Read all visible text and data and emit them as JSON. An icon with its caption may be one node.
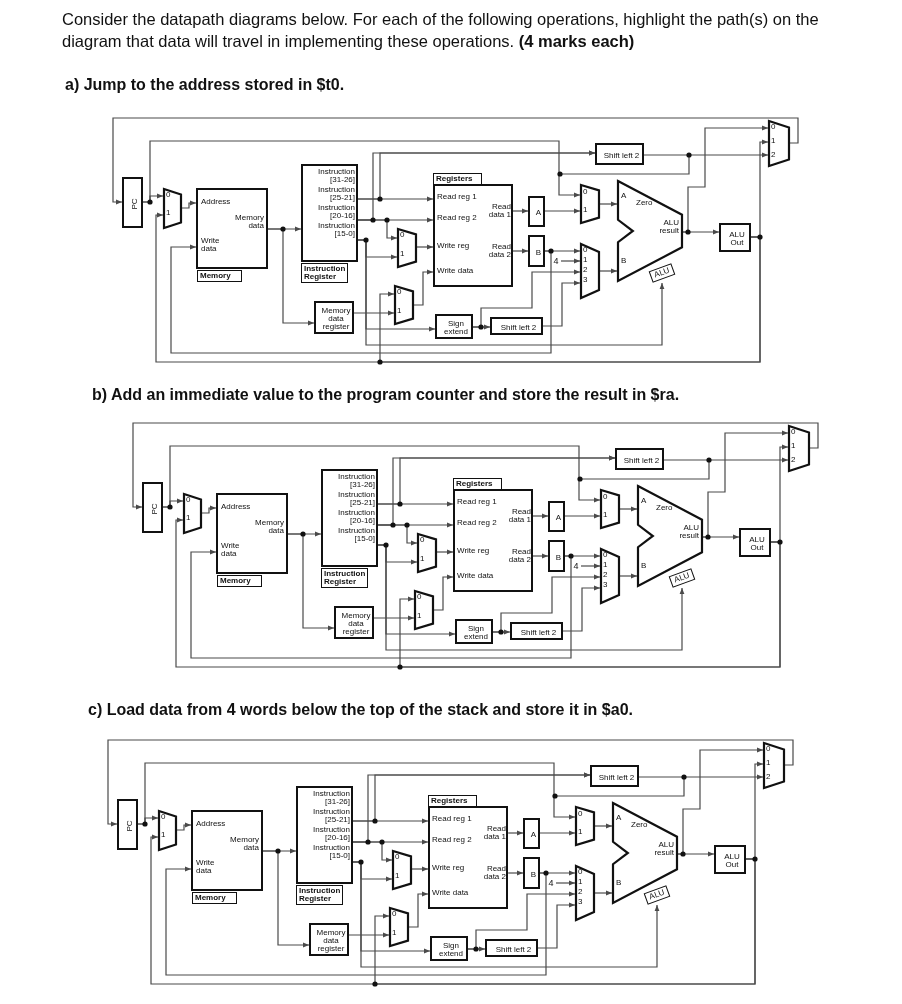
{
  "diagram": {
    "title": "Consider the datapath diagrams below. For each of the following operations, highlight the path(s) on the diagram that data will travel in implementing these operations. **(4 marks each)**",
    "labels": [
      "a) Jump to the address stored in $t0.",
      "b) Add an immediate value to the program counter and store the result in $ra.",
      "c) Load data from 4 words below the top of the stack and store it in $a0."
    ],
    "nodes": [
      {
        "text": [
          "PC"
        ]
      },
      {
        "text": [
          "0",
          "1"
        ]
      },
      {
        "text": [
          "Address",
          "Memory data",
          "Write data",
          "Memory"
        ]
      },
      {
        "text": [
          "Instruction [31-26]",
          "Instruction [25-21]",
          "Instruction [20-16]",
          "Instruction [15-0]",
          "Instruction Register"
        ]
      },
      {
        "text": [
          "Memory data register"
        ]
      },
      {
        "text": [
          "0",
          "1"
        ]
      },
      {
        "text": [
          "0",
          "1"
        ]
      },
      {
        "text": [
          "Registers",
          "Read reg 1",
          "Read reg 2",
          "Write reg",
          "Write data",
          "Read data 1",
          "Read data 2"
        ]
      },
      {
        "text": [
          "A"
        ]
      },
      {
        "text": [
          "B"
        ]
      },
      {
        "text": [
          "Sign extend"
        ]
      },
      {
        "text": [
          "Shift left 2"
        ]
      },
      {
        "text": [
          "0",
          "1"
        ]
      },
      {
        "text": [
          "0",
          "1",
          "2",
          "3"
        ]
      },
      {
        "text": [
          "A",
          "B",
          "Zero",
          "ALU result",
          "ALU"
        ]
      },
      {
        "text": [
          "ALU Out"
        ]
      },
      {
        "text": [
          "Shift left 2"
        ]
      },
      {
        "text": [
          "0",
          "1",
          "2"
        ]
      },
      {
        "text": [
          "4"
        ]
      },
      {
        "text": [
          "PC"
        ]
      },
      {
        "text": [
          "0",
          "1"
        ]
      },
      {
        "text": [
          "Address",
          "Memory data",
          "Write data",
          "Memory"
        ]
      },
      {
        "text": [
          "Instruction [31-26]",
          "Instruction [25-21]",
          "Instruction [20-16]",
          "Instruction [15-0]",
          "Instruction Register"
        ]
      },
      {
        "text": [
          "Memory data register"
        ]
      },
      {
        "text": [
          "0",
          "1"
        ]
      },
      {
        "text": [
          "0",
          "1"
        ]
      },
      {
        "text": [
          "Registers",
          "Read reg 1",
          "Read reg 2",
          "Write reg",
          "Write data",
          "Read data 1",
          "Read data 2"
        ]
      },
      {
        "text": [
          "A"
        ]
      },
      {
        "text": [
          "B"
        ]
      },
      {
        "text": [
          "Sign extend"
        ]
      },
      {
        "text": [
          "Shift left 2"
        ]
      },
      {
        "text": [
          "0",
          "1"
        ]
      },
      {
        "text": [
          "0",
          "1",
          "2",
          "3"
        ]
      },
      {
        "text": [
          "A",
          "B",
          "Zero",
          "ALU result",
          "ALU"
        ]
      },
      {
        "text": [
          "ALU Out"
        ]
      },
      {
        "text": [
          "Shift left 2"
        ]
      },
      {
        "text": [
          "0",
          "1",
          "2"
        ]
      },
      {
        "text": [
          "4"
        ]
      },
      {
        "text": [
          "PC"
        ]
      },
      {
        "text": [
          "0",
          "1"
        ]
      },
      {
        "text": [
          "Address",
          "Memory data",
          "Write data",
          "Memory"
        ]
      },
      {
        "text": [
          "Instruction [31-26]",
          "Instruction [25-21]",
          "Instruction [20-16]",
          "Instruction [15-0]",
          "Instruction Register"
        ]
      },
      {
        "text": [
          "Memory data register"
        ]
      },
      {
        "text": [
          "0",
          "1"
        ]
      },
      {
        "text": [
          "0",
          "1"
        ]
      },
      {
        "text": [
          "Registers",
          "Read reg 1",
          "Read reg 2",
          "Write reg",
          "Write data",
          "Read data 1",
          "Read data 2"
        ]
      },
      {
        "text": [
          "A"
        ]
      },
      {
        "text": [
          "B"
        ]
      },
      {
        "text": [
          "Sign extend"
        ]
      },
      {
        "text": [
          "Shift left 2"
        ]
      },
      {
        "text": [
          "0",
          "1"
        ]
      },
      {
        "text": [
          "0",
          "1",
          "2",
          "3"
        ]
      },
      {
        "text": [
          "A",
          "B",
          "Zero",
          "ALU result",
          "ALU"
        ]
      },
      {
        "text": [
          "ALU Out"
        ]
      },
      {
        "text": [
          "Shift left 2"
        ]
      },
      {
        "text": [
          "0",
          "1",
          "2"
        ]
      },
      {
        "text": [
          "4"
        ]
      }
    ],
    "edges": [
      {
        "from": 0,
        "to": 1,
        "arrow": "to"
      },
      {
        "from": 0,
        "to": 12,
        "arrow": "to"
      },
      {
        "from": 1,
        "to": 2,
        "arrow": "to"
      },
      {
        "from": 2,
        "to": 3,
        "arrow": "to"
      },
      {
        "from": 2,
        "to": 4,
        "arrow": "to"
      },
      {
        "from": 3,
        "to": 7,
        "arrow": "to"
      },
      {
        "from": 3,
        "to": 7,
        "arrow": "to"
      },
      {
        "from": 3,
        "to": 5,
        "arrow": "to"
      },
      {
        "from": 3,
        "to": 5,
        "arrow": "to"
      },
      {
        "from": 3,
        "to": 10,
        "arrow": "to"
      },
      {
        "from": 3,
        "to": 16,
        "arrow": "to"
      },
      {
        "from": 3,
        "to": 16,
        "arrow": "to"
      },
      {
        "from": 3,
        "to": 14,
        "arrow": "to"
      },
      {
        "from": 4,
        "to": 6,
        "arrow": "to"
      },
      {
        "from": 15,
        "to": 6,
        "arrow": "to"
      },
      {
        "from": 15,
        "to": 1,
        "arrow": "to"
      },
      {
        "from": 15,
        "to": 17,
        "arrow": "to"
      },
      {
        "from": 5,
        "to": 7,
        "arrow": "to"
      },
      {
        "from": 6,
        "to": 7,
        "arrow": "to"
      },
      {
        "from": 7,
        "to": 8,
        "arrow": "to"
      },
      {
        "from": 7,
        "to": 9,
        "arrow": "to"
      },
      {
        "from": 8,
        "to": 12,
        "arrow": "to"
      },
      {
        "from": 9,
        "to": 13,
        "arrow": "to"
      },
      {
        "from": 9,
        "to": 2,
        "arrow": "to"
      },
      {
        "from": 18,
        "to": 13,
        "arrow": "to"
      },
      {
        "from": 10,
        "to": 13,
        "arrow": "to"
      },
      {
        "from": 10,
        "to": 11,
        "arrow": "to"
      },
      {
        "from": 11,
        "to": 13,
        "arrow": "to"
      },
      {
        "from": 12,
        "to": 14,
        "arrow": "to"
      },
      {
        "from": 13,
        "to": 14,
        "arrow": "to"
      },
      {
        "from": 14,
        "to": 15,
        "arrow": "to"
      },
      {
        "from": 14,
        "to": 17,
        "arrow": "to"
      },
      {
        "from": 16,
        "to": 17,
        "arrow": "to"
      },
      {
        "from": 17,
        "to": 0,
        "arrow": "to"
      },
      {
        "from": 19,
        "to": 20,
        "arrow": "to"
      },
      {
        "from": 19,
        "to": 31,
        "arrow": "to"
      },
      {
        "from": 20,
        "to": 21,
        "arrow": "to"
      },
      {
        "from": 21,
        "to": 22,
        "arrow": "to"
      },
      {
        "from": 21,
        "to": 23,
        "arrow": "to"
      },
      {
        "from": 22,
        "to": 26,
        "arrow": "to"
      },
      {
        "from": 22,
        "to": 26,
        "arrow": "to"
      },
      {
        "from": 22,
        "to": 24,
        "arrow": "to"
      },
      {
        "from": 22,
        "to": 24,
        "arrow": "to"
      },
      {
        "from": 22,
        "to": 29,
        "arrow": "to"
      },
      {
        "from": 22,
        "to": 35,
        "arrow": "to"
      },
      {
        "from": 22,
        "to": 35,
        "arrow": "to"
      },
      {
        "from": 22,
        "to": 33,
        "arrow": "to"
      },
      {
        "from": 23,
        "to": 25,
        "arrow": "to"
      },
      {
        "from": 34,
        "to": 25,
        "arrow": "to"
      },
      {
        "from": 34,
        "to": 20,
        "arrow": "to"
      },
      {
        "from": 34,
        "to": 36,
        "arrow": "to"
      },
      {
        "from": 24,
        "to": 26,
        "arrow": "to"
      },
      {
        "from": 25,
        "to": 26,
        "arrow": "to"
      },
      {
        "from": 26,
        "to": 27,
        "arrow": "to"
      },
      {
        "from": 26,
        "to": 28,
        "arrow": "to"
      },
      {
        "from": 27,
        "to": 31,
        "arrow": "to"
      },
      {
        "from": 28,
        "to": 32,
        "arrow": "to"
      },
      {
        "from": 28,
        "to": 21,
        "arrow": "to"
      },
      {
        "from": 37,
        "to": 32,
        "arrow": "to"
      },
      {
        "from": 29,
        "to": 32,
        "arrow": "to"
      },
      {
        "from": 29,
        "to": 30,
        "arrow": "to"
      },
      {
        "from": 30,
        "to": 32,
        "arrow": "to"
      },
      {
        "from": 31,
        "to": 33,
        "arrow": "to"
      },
      {
        "from": 32,
        "to": 33,
        "arrow": "to"
      },
      {
        "from": 33,
        "to": 34,
        "arrow": "to"
      },
      {
        "from": 33,
        "to": 36,
        "arrow": "to"
      },
      {
        "from": 35,
        "to": 36,
        "arrow": "to"
      },
      {
        "from": 36,
        "to": 19,
        "arrow": "to"
      },
      {
        "from": 38,
        "to": 39,
        "arrow": "to"
      },
      {
        "from": 38,
        "to": 50,
        "arrow": "to"
      },
      {
        "from": 39,
        "to": 40,
        "arrow": "to"
      },
      {
        "from": 40,
        "to": 41,
        "arrow": "to"
      },
      {
        "from": 40,
        "to": 42,
        "arrow": "to"
      },
      {
        "from": 41,
        "to": 45,
        "arrow": "to"
      },
      {
        "from": 41,
        "to": 45,
        "arrow": "to"
      },
      {
        "from": 41,
        "to": 43,
        "arrow": "to"
      },
      {
        "from": 41,
        "to": 43,
        "arrow": "to"
      },
      {
        "from": 41,
        "to": 48,
        "arrow": "to"
      },
      {
        "from": 41,
        "to": 54,
        "arrow": "to"
      },
      {
        "from": 41,
        "to": 54,
        "arrow": "to"
      },
      {
        "from": 41,
        "to": 52,
        "arrow": "to"
      },
      {
        "from": 42,
        "to": 44,
        "arrow": "to"
      },
      {
        "from": 53,
        "to": 44,
        "arrow": "to"
      },
      {
        "from": 53,
        "to": 39,
        "arrow": "to"
      },
      {
        "from": 53,
        "to": 55,
        "arrow": "to"
      },
      {
        "from": 43,
        "to": 45,
        "arrow": "to"
      },
      {
        "from": 44,
        "to": 45,
        "arrow": "to"
      },
      {
        "from": 45,
        "to": 46,
        "arrow": "to"
      },
      {
        "from": 45,
        "to": 47,
        "arrow": "to"
      },
      {
        "from": 46,
        "to": 50,
        "arrow": "to"
      },
      {
        "from": 47,
        "to": 51,
        "arrow": "to"
      },
      {
        "from": 47,
        "to": 40,
        "arrow": "to"
      },
      {
        "from": 56,
        "to": 51,
        "arrow": "to"
      },
      {
        "from": 48,
        "to": 51,
        "arrow": "to"
      },
      {
        "from": 48,
        "to": 49,
        "arrow": "to"
      },
      {
        "from": 49,
        "to": 51,
        "arrow": "to"
      },
      {
        "from": 50,
        "to": 52,
        "arrow": "to"
      },
      {
        "from": 51,
        "to": 52,
        "arrow": "to"
      },
      {
        "from": 52,
        "to": 53,
        "arrow": "to"
      },
      {
        "from": 52,
        "to": 55,
        "arrow": "to"
      },
      {
        "from": 54,
        "to": 55,
        "arrow": "to"
      },
      {
        "from": 55,
        "to": 38,
        "arrow": "to"
      }
    ]
  }
}
